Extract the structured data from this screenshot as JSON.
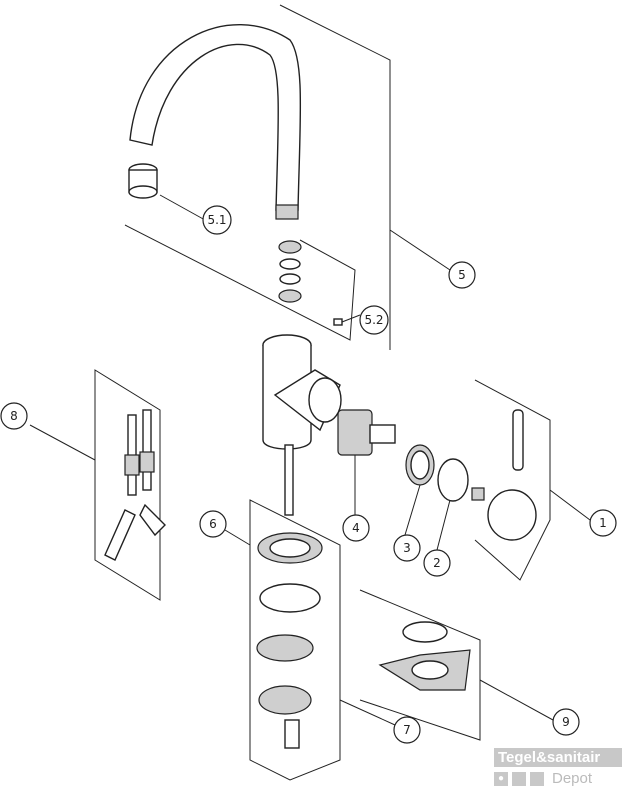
{
  "diagram": {
    "callouts": [
      "1",
      "2",
      "3",
      "4",
      "5",
      "5.1",
      "5.2",
      "6",
      "7",
      "8",
      "9"
    ]
  },
  "logo": {
    "line1": "Tegel&sanitair",
    "line2": "Depot"
  }
}
